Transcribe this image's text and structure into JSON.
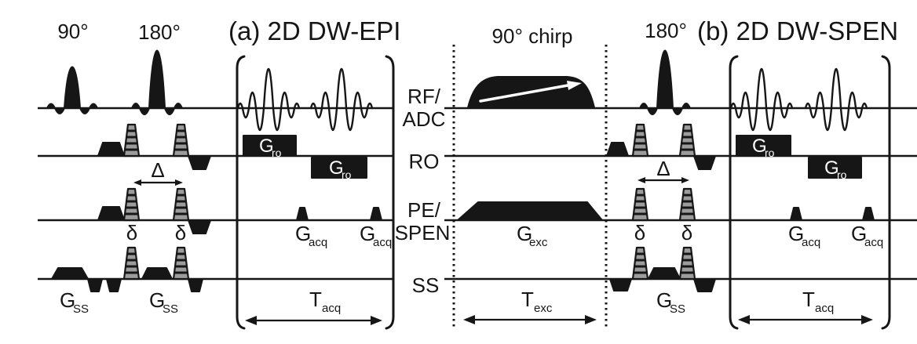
{
  "axes": {
    "rf1": "RF/",
    "rf2": "ADC",
    "ro": "RO",
    "pe1": "PE/",
    "pe2": "SPEN",
    "ss": "SS"
  },
  "panel_a": {
    "title": "(a) 2D DW-EPI",
    "p90": "90°",
    "p180": "180°",
    "delta": "Δ",
    "delta_small": "δ",
    "g_ro": {
      "b": "G",
      "s": "ro"
    },
    "g_acq": {
      "b": "G",
      "s": "acq"
    },
    "g_ss": {
      "b": "G",
      "s": "SS"
    },
    "t_acq": {
      "b": "T",
      "s": "acq"
    }
  },
  "panel_b": {
    "title": "(b) 2D DW-SPEN",
    "chirp": "90° chirp",
    "p180": "180°",
    "delta": "Δ",
    "delta_small": "δ",
    "g_ro": {
      "b": "G",
      "s": "ro"
    },
    "g_acq": {
      "b": "G",
      "s": "acq"
    },
    "g_ss": {
      "b": "G",
      "s": "SS"
    },
    "g_exc": {
      "b": "G",
      "s": "exc"
    },
    "t_acq": {
      "b": "T",
      "s": "acq"
    },
    "t_exc": {
      "b": "T",
      "s": "exc"
    }
  },
  "colors": {
    "ink": "#161616",
    "background": "#ffffff",
    "stripe_fill": "#9c9c9c",
    "gro_text": "#ffffff"
  }
}
